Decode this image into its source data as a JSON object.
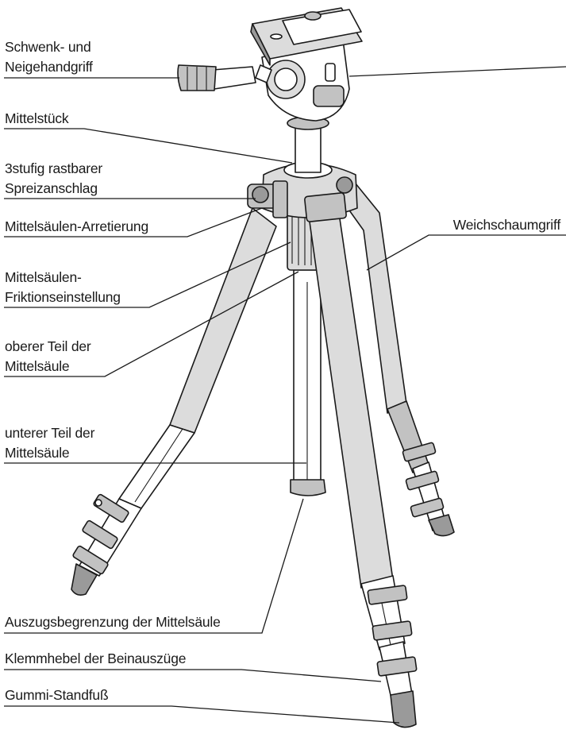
{
  "labels": {
    "pan_tilt_handle_line1": "Schwenk- und",
    "pan_tilt_handle_line2": "Neigehandgriff",
    "center_piece": "Mittelstück",
    "spread_stop_line1": "3stufig rastbarer",
    "spread_stop_line2": "Spreizanschlag",
    "column_lock": "Mittelsäulen-Arretierung",
    "foam_grip": "Weichschaumgriff",
    "column_friction_line1": "Mittelsäulen-",
    "column_friction_line2": "Friktionseinstellung",
    "upper_column_line1": "oberer Teil der",
    "upper_column_line2": "Mittelsäule",
    "lower_column_line1": "unterer Teil der",
    "lower_column_line2": "Mittelsäule",
    "extension_limit": "Auszugsbegrenzung der Mittelsäule",
    "leg_clamp": "Klemmhebel der Beinauszüge",
    "rubber_foot": "Gummi-Standfuß"
  },
  "colors": {
    "ink": "#1a1a1a",
    "light_gray": "#dcdcdc",
    "mid_gray": "#c2c2c2",
    "dark_gray": "#9a9a9a"
  }
}
